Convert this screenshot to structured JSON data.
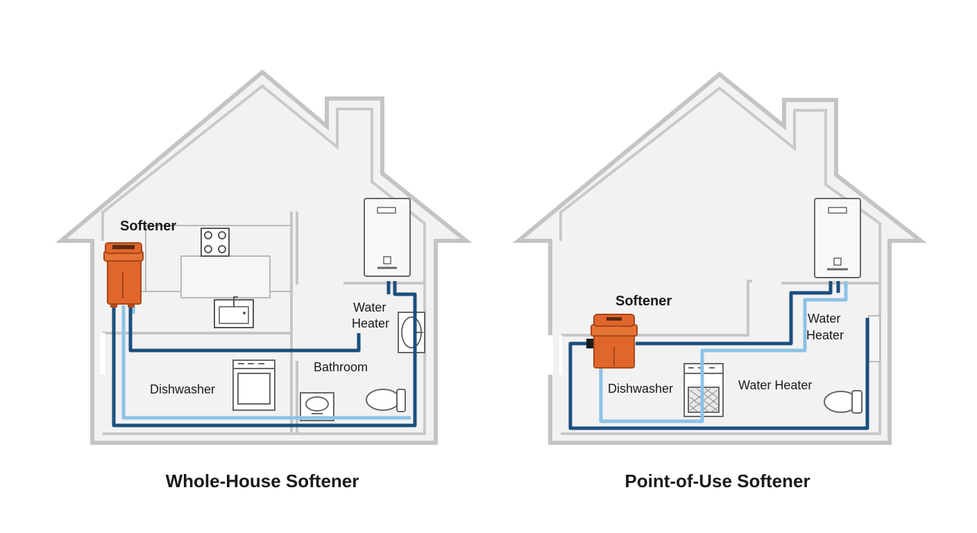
{
  "left_panel": {
    "softener_label": "Softener",
    "water_heater_line1": "Water",
    "water_heater_line2": "Heater",
    "bathroom_label": "Bathroom",
    "dishwasher_label": "Dishwasher",
    "caption": "Whole-House Softener"
  },
  "right_panel": {
    "softener_label": "Softener",
    "water_heater_line1": "Water",
    "water_heater_line2": "Heater",
    "dishwasher_label": "Dishwasher",
    "water_heater_label": "Water Heater",
    "caption": "Point-of-Use Softener"
  },
  "colors": {
    "house_fill": "#f2f2f2",
    "house_stroke": "#c4c4c4",
    "softener_orange": "#e0662b",
    "pipe_dark_blue": "#1b4f7d",
    "pipe_light_blue": "#8cc3e6",
    "appliance_stroke": "#555555"
  }
}
